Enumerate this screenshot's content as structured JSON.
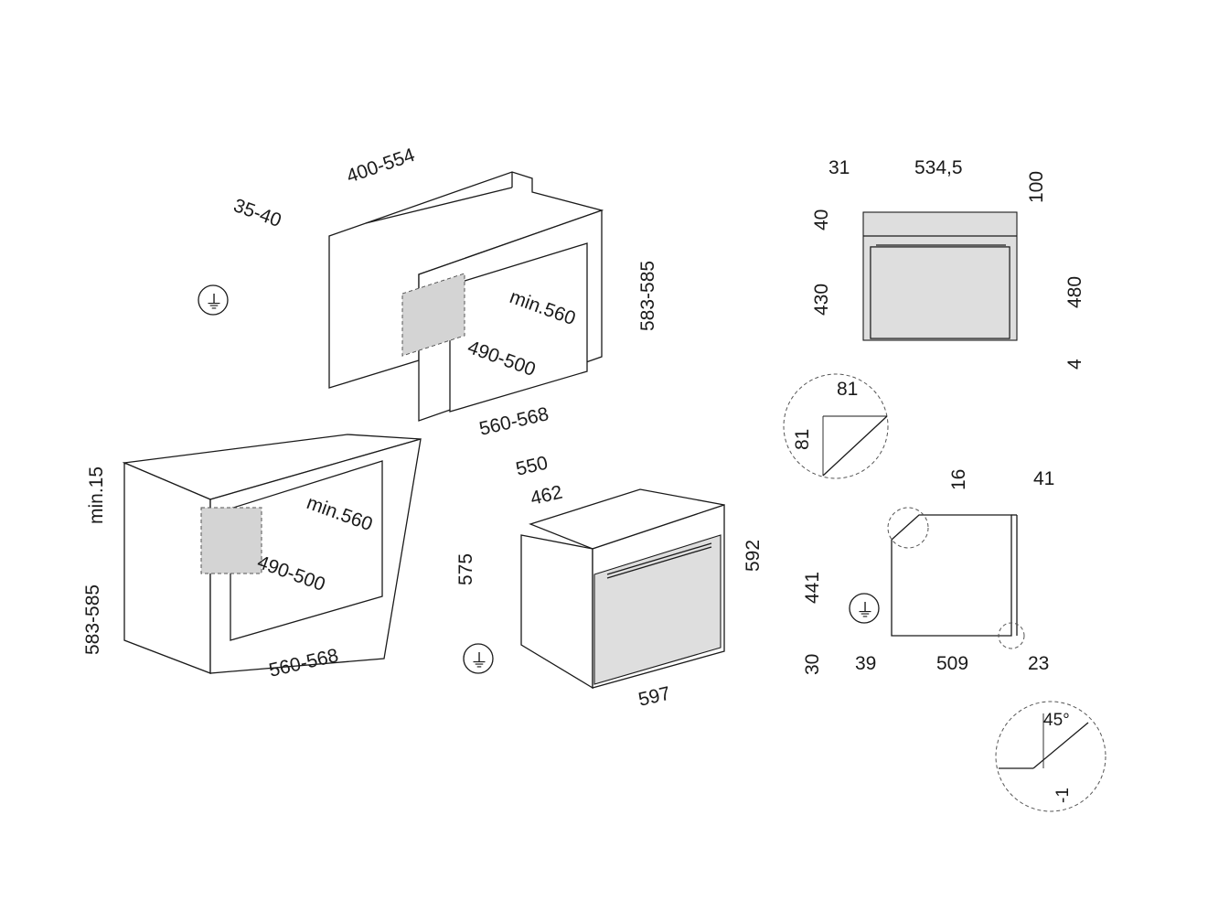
{
  "dimensions": {
    "wall_depth": "400-554",
    "wall_back_gap": "35-40",
    "wall_height": "583-585",
    "wall_min_depth": "min.560",
    "wall_vent": "490-500",
    "wall_width": "560-568",
    "under_min_top": "min.15",
    "under_height": "583-585",
    "under_min_depth": "min.560",
    "under_vent": "490-500",
    "under_width": "560-568",
    "oven_depth": "550",
    "oven_body_depth": "462",
    "oven_body_height": "575",
    "oven_front_height": "592",
    "oven_front_width": "597"
  },
  "front_view": {
    "side_margin": "31",
    "inner_width": "534,5",
    "top_clearance": "100",
    "panel_height": "40",
    "body_height": "430",
    "total_height": "480",
    "bottom_gap": "4"
  },
  "side_view": {
    "chamfer_w": "81",
    "chamfer_h": "81",
    "top_step": "16",
    "door_thickness": "41",
    "side_height": "441",
    "base_height": "30",
    "rear_offset": "39",
    "depth": "509",
    "front_offset": "23",
    "angle": "45°",
    "angle_offset": "-1"
  },
  "colors": {
    "line": "#1a1a1a",
    "panel": "#dedede",
    "vent": "#d4d4d4"
  },
  "icons": [
    "plug-icon",
    "plug-icon",
    "plug-icon"
  ]
}
